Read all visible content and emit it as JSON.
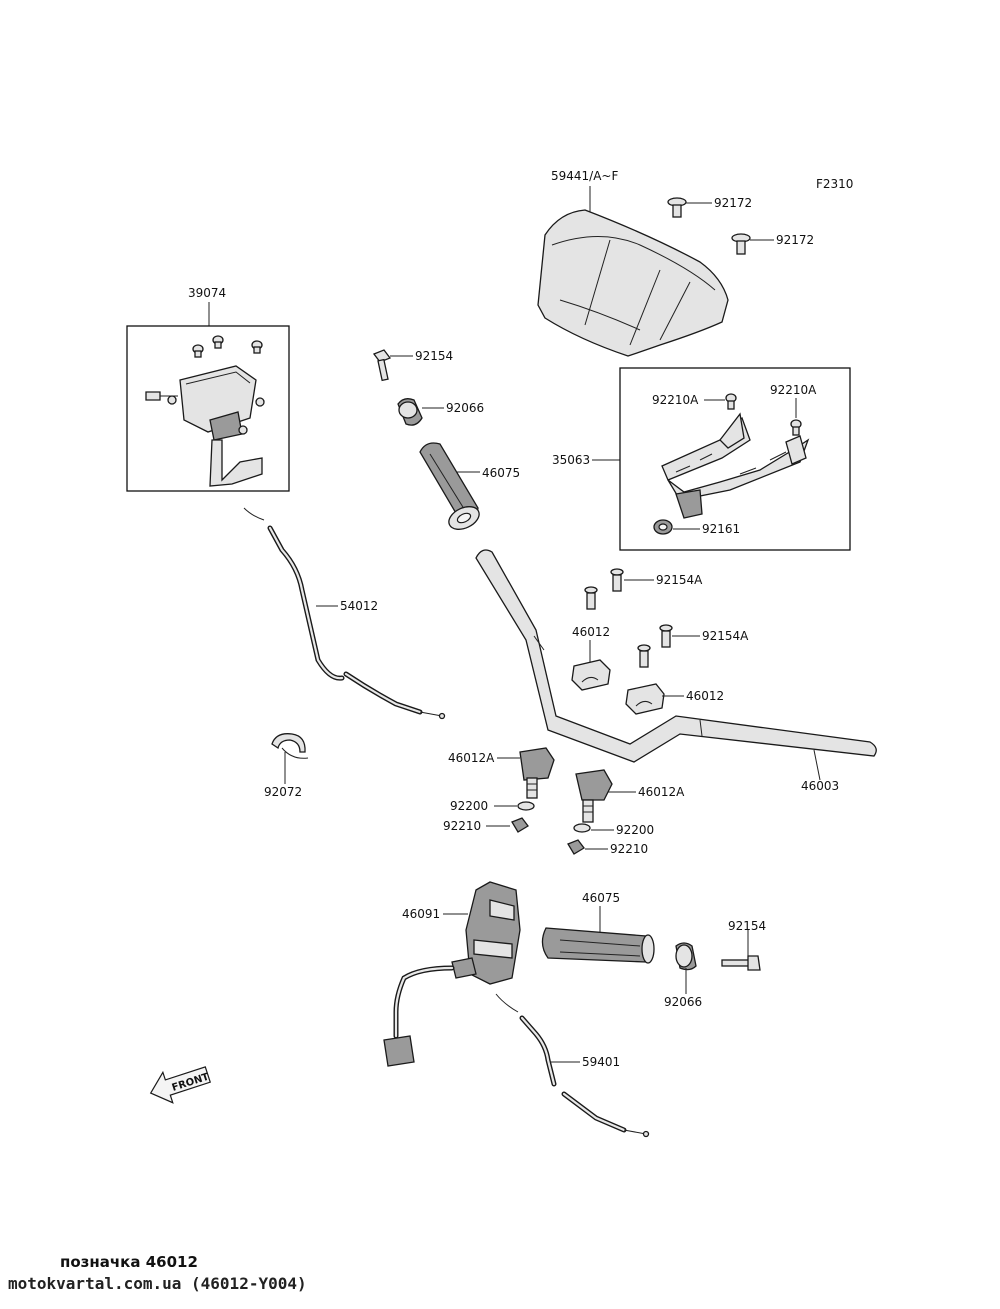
{
  "figure_code": "F2310",
  "labels": {
    "p59441": "59441/A~F",
    "p92172_a": "92172",
    "p92172_b": "92172",
    "p39074": "39074",
    "p92154_top": "92154",
    "p92066_top": "92066",
    "p46075_top": "46075",
    "p35063": "35063",
    "p92210A_a": "92210A",
    "p92210A_b": "92210A",
    "p92161": "92161",
    "p54012": "54012",
    "p92154A_a": "92154A",
    "p92154A_b": "92154A",
    "p46012_a": "46012",
    "p46012_b": "46012",
    "p92072": "92072",
    "p46012A_a": "46012A",
    "p46012A_b": "46012A",
    "p46003": "46003",
    "p92200_a": "92200",
    "p92210_a": "92210",
    "p92200_b": "92200",
    "p92210_b": "92210",
    "p46091": "46091",
    "p46075_bottom": "46075",
    "p92154_bottom": "92154",
    "p92066_bottom": "92066",
    "p59401": "59401"
  },
  "front_label": "FRONT",
  "footer": {
    "caption": "позначка 46012",
    "source": "motokvartal.com.ua (46012-Y004)"
  }
}
